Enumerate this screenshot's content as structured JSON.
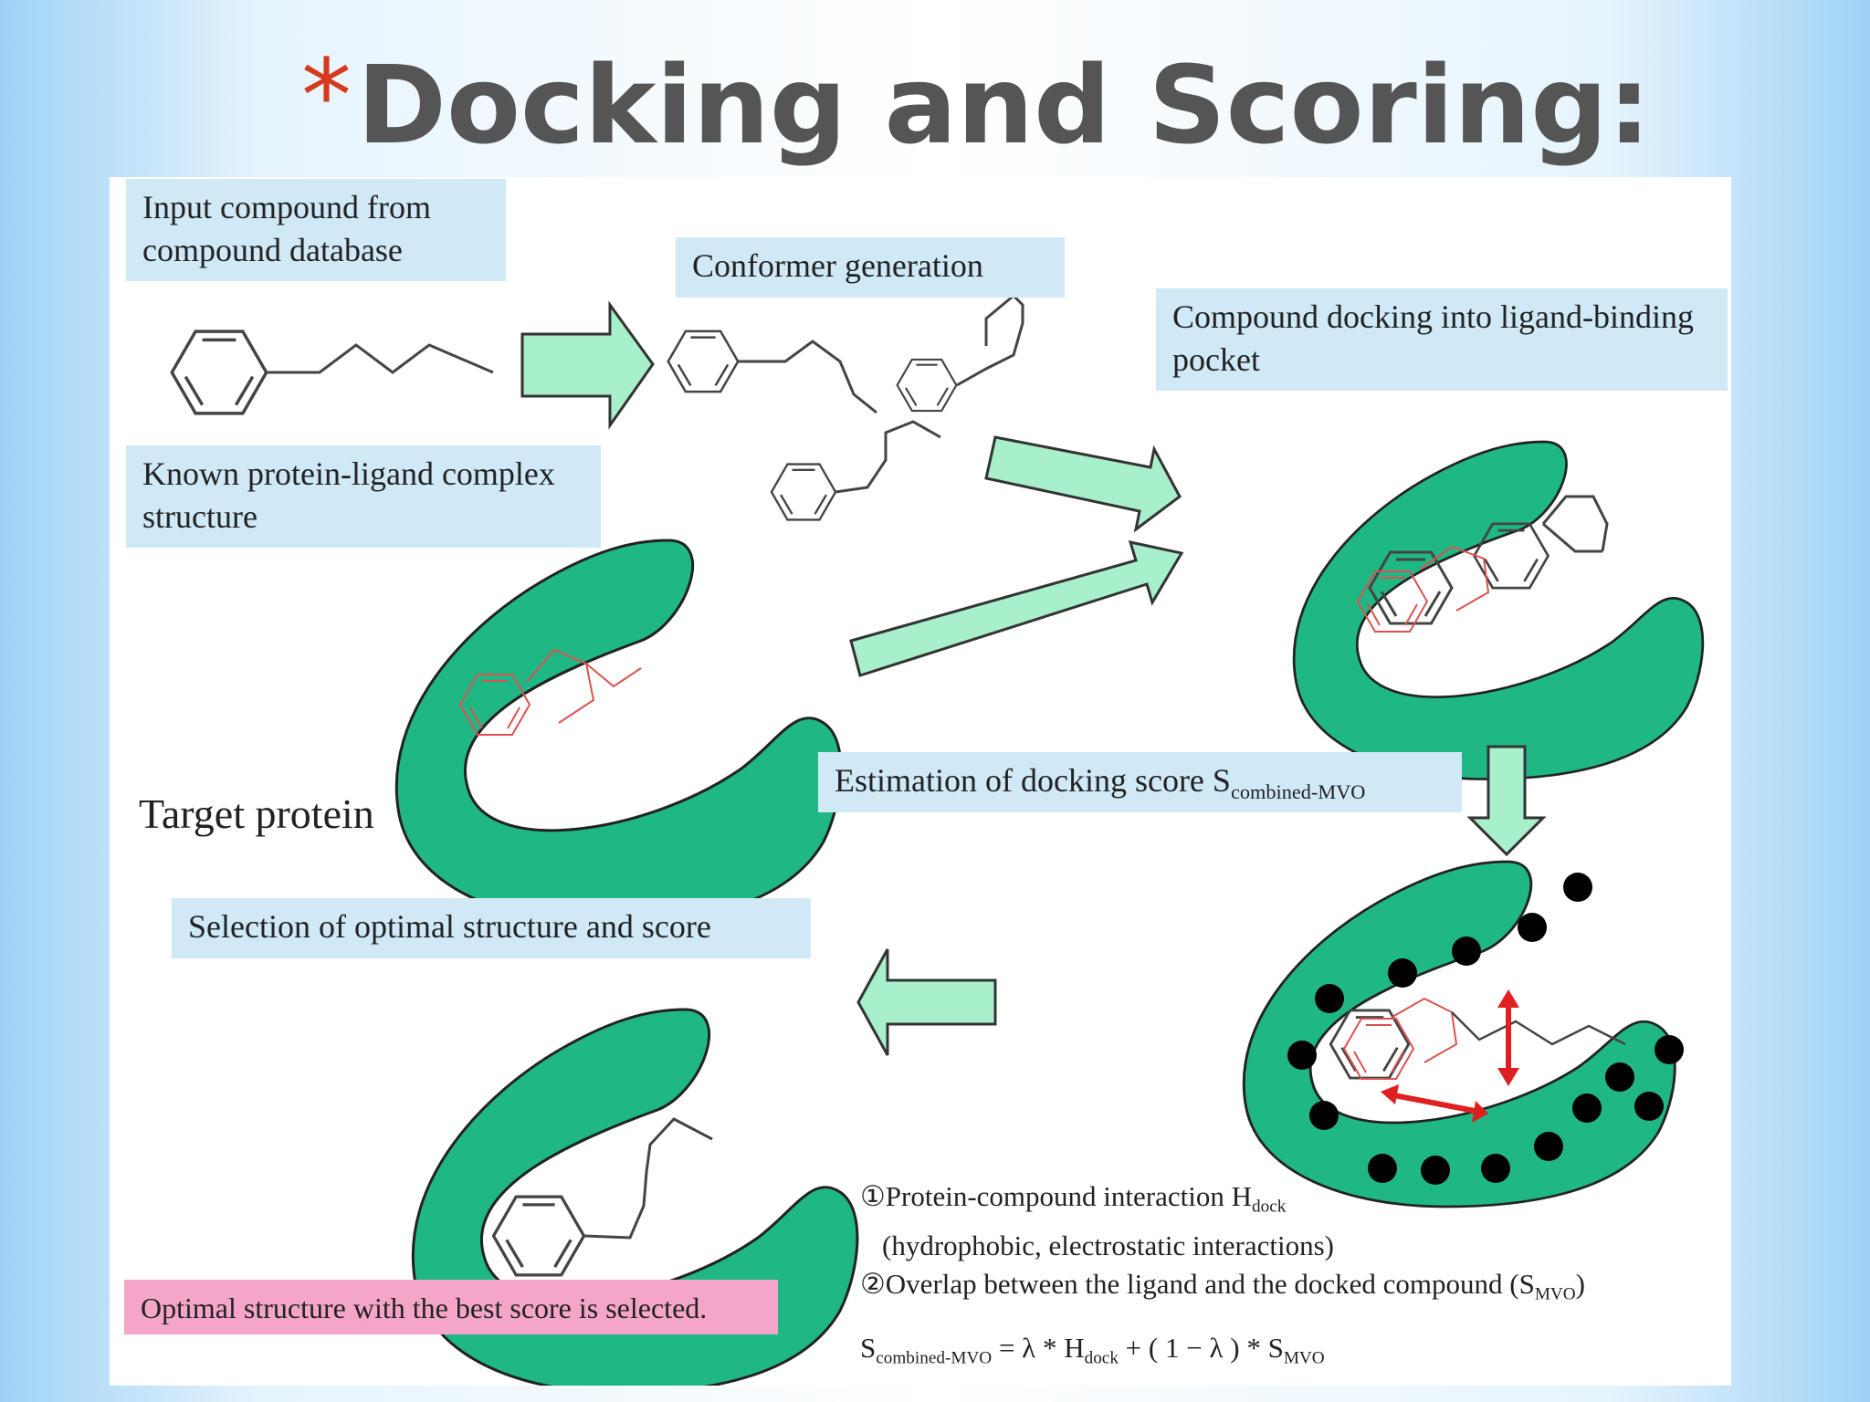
{
  "title": {
    "bullet": "*",
    "text": "Docking and Scoring:"
  },
  "labels": {
    "input_compound": "Input compound from compound database",
    "conformer_generation": "Conformer generation",
    "compound_docking": "Compound docking into ligand-binding pocket",
    "known_complex": "Known protein-ligand complex structure",
    "target_protein": "Target protein",
    "estimation_prefix": "Estimation of docking score S",
    "estimation_sub": "combined-MVO",
    "selection": "Selection of optimal structure and score",
    "optimal_selected": "Optimal structure with the best score is selected."
  },
  "notes": {
    "item1_marker": "①",
    "item1_text": "Protein-compound interaction H",
    "item1_sub": "dock",
    "item1_detail": "(hydrophobic, electrostatic interactions)",
    "item2_marker": "②",
    "item2_text": "Overlap between the ligand and the docked compound (S",
    "item2_sub": "MVO",
    "item2_close": ")"
  },
  "formula": {
    "lhs": "S",
    "lhs_sub": "combined-MVO",
    "mid1": " = λ * H",
    "mid1_sub": "dock",
    "mid2": " + ( 1 − λ ) * S",
    "mid2_sub": "MVO"
  },
  "colors": {
    "protein": "#1fb884",
    "arrow": "#a8f0cc",
    "label_bg": "#cfe9f7",
    "pink_bg": "#f5a6c8",
    "ligand_red": "#d9534f",
    "score_arrow": "#e02020"
  }
}
